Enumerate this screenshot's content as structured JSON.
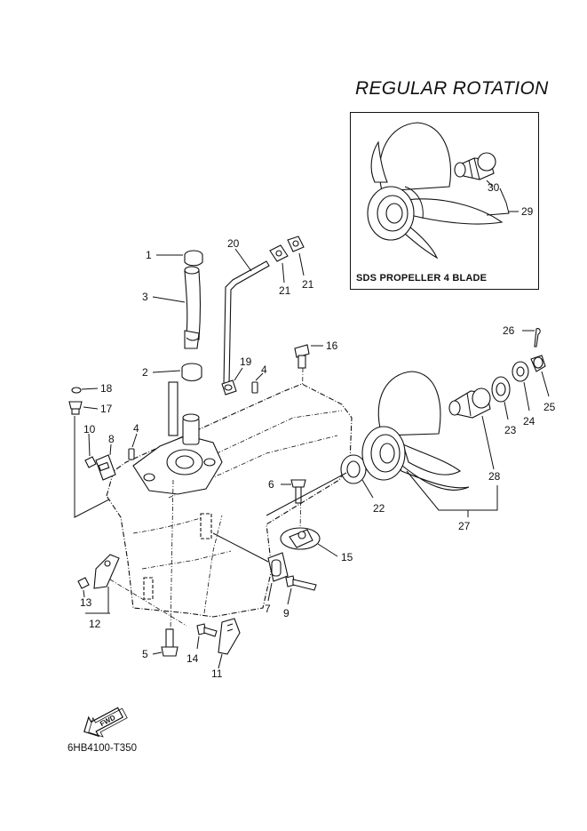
{
  "title": "REGULAR ROTATION",
  "inset_label": "SDS PROPELLER 4 BLADE",
  "diagram_code": "6HB4100-T350",
  "fwd_label": "FWD",
  "callouts": {
    "c1": "1",
    "c2": "2",
    "c3": "3",
    "c4a": "4",
    "c4b": "4",
    "c5": "5",
    "c6": "6",
    "c7": "7",
    "c8": "8",
    "c9": "9",
    "c10": "10",
    "c11": "11",
    "c12": "12",
    "c13": "13",
    "c14": "14",
    "c15": "15",
    "c16": "16",
    "c17": "17",
    "c18": "18",
    "c19": "19",
    "c20": "20",
    "c21a": "21",
    "c21b": "21",
    "c22": "22",
    "c23": "23",
    "c24": "24",
    "c25": "25",
    "c26": "26",
    "c27": "27",
    "c28": "28",
    "c29": "29",
    "c30": "30"
  }
}
